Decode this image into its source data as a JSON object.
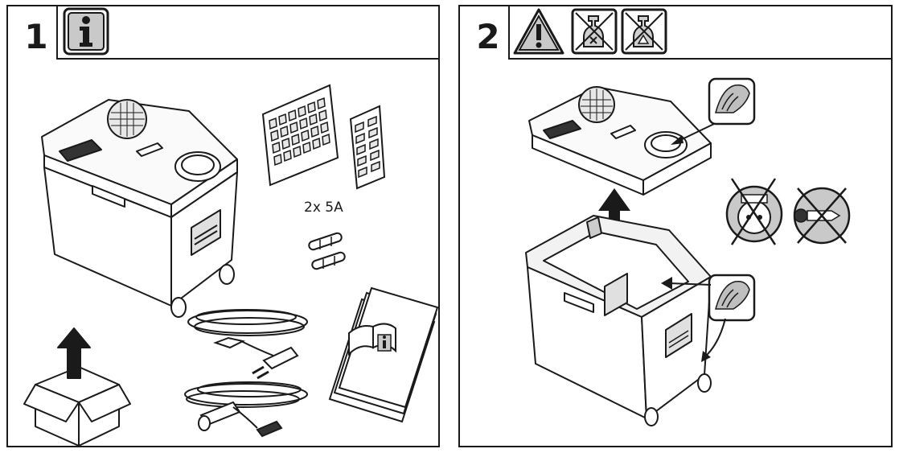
{
  "steps": [
    {
      "number": "1",
      "header_icons": [
        "info-icon"
      ]
    },
    {
      "number": "2",
      "header_icons": [
        "warning-triangle-icon",
        "no-detergent-icon",
        "no-caustic-cleaner-icon"
      ]
    }
  ],
  "step1": {
    "fuse_label": "2x 5A",
    "items": [
      "cooler-box",
      "ice-pack-grid",
      "ice-pack-grid-side",
      "fuses",
      "ac-cable",
      "dc-car-cable",
      "manual-booklet",
      "unpack-box-icon"
    ]
  },
  "step2": {
    "items": [
      "cooler-lid-lifted",
      "cooler-body-open",
      "wipe-cloth-icon",
      "no-ac-socket-icon",
      "no-dc-socket-icon"
    ]
  },
  "colors": {
    "ink": "#1a1a1a",
    "fill_light": "#f0f0f0",
    "fill_mid": "#bfbfbf",
    "fill_dark": "#333333"
  }
}
